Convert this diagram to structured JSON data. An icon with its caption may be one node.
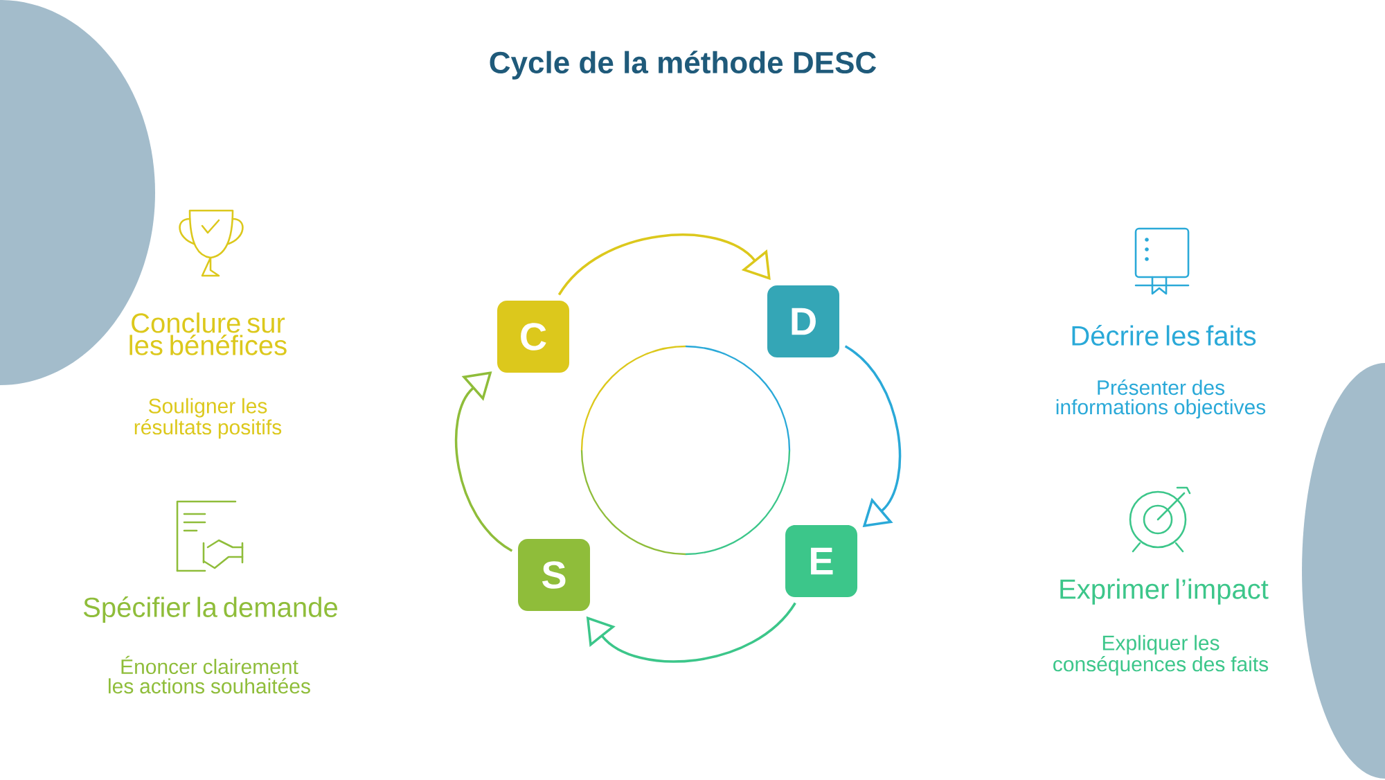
{
  "diagram": {
    "title": "Cycle de la méthode DESC",
    "nodes": [
      {
        "text": [
          "C"
        ]
      },
      {
        "text": [
          "D"
        ]
      },
      {
        "text": [
          "S"
        ]
      },
      {
        "text": [
          "E"
        ]
      }
    ],
    "edges": [
      {
        "from": 0,
        "to": 1,
        "arrow": "to",
        "color": "#dcc81c"
      },
      {
        "from": 1,
        "to": 3,
        "arrow": "to",
        "color": "#2aa9d8"
      },
      {
        "from": 3,
        "to": 2,
        "arrow": "to",
        "color": "#3cc68a"
      },
      {
        "from": 2,
        "to": 0,
        "arrow": "to",
        "color": "#8fbd3a"
      }
    ],
    "labels": [
      "Conclure sur les bénéfices",
      "Souligner les résultats positifs",
      "Décrire les faits",
      "Présenter des informations objectives",
      "Spécifier la demande",
      "Énoncer clairement les actions souhaitées",
      "Exprimer l’impact",
      "Expliquer les conséquences des faits"
    ]
  }
}
